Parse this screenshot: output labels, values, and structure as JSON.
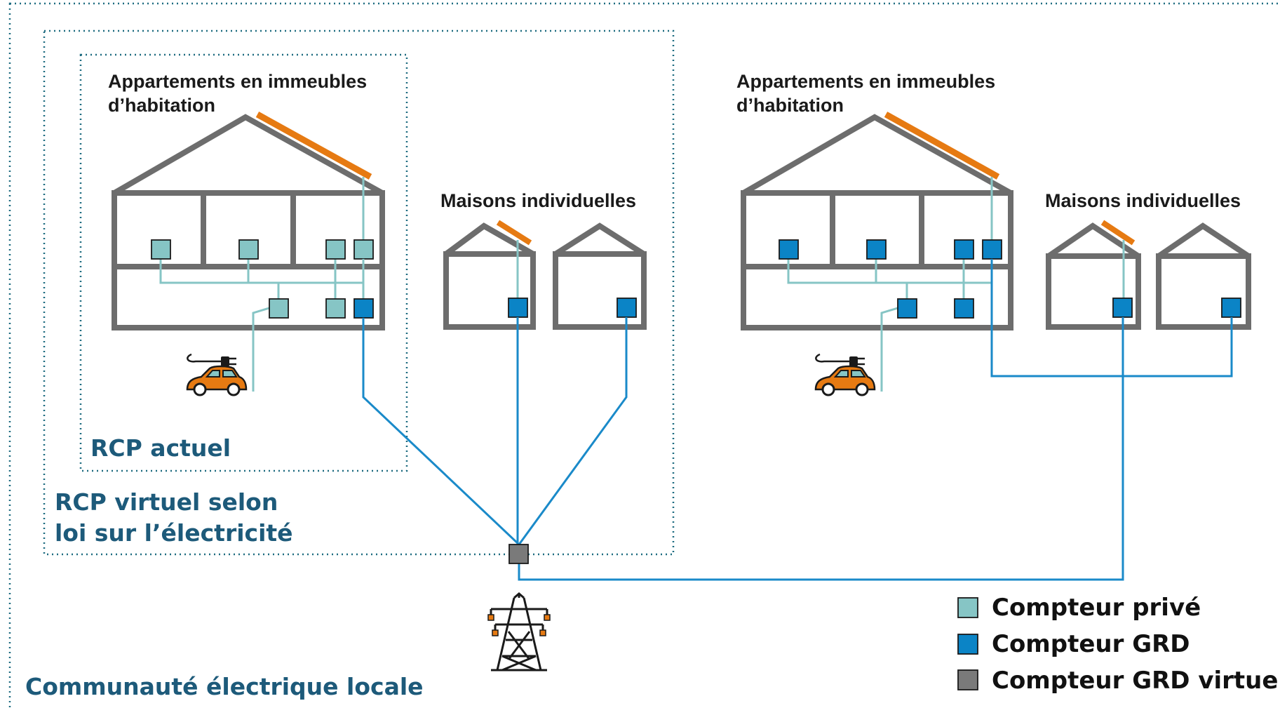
{
  "labels": {
    "apartments": "Appartements en immeubles",
    "apartments_line2": "d’habitation",
    "houses": "Maisons individuelles",
    "rcp_current": "RCP actuel",
    "rcp_virtual_line1": "RCP virtuel selon",
    "rcp_virtual_line2": "loi sur l’électricité",
    "community": "Communauté électrique locale"
  },
  "legend": {
    "private_meter": "Compteur privé",
    "grd_meter": "Compteur GRD",
    "virtual_grd_meter": "Compteur GRD virtuel"
  },
  "colors": {
    "private_meter": "#86c5c5",
    "grd_meter": "#0b84c6",
    "virtual_grd_meter": "#7a7a7a",
    "private_line": "#86c5c5",
    "grd_line": "#1a8ac9",
    "building": "#6d6d6d",
    "solar_panel": "#e67a12",
    "zone_text": "#1d5a7a",
    "border": "#1d6b80"
  },
  "icons": [
    "electric-car-icon",
    "power-pylon-icon",
    "solar-panel-icon"
  ]
}
